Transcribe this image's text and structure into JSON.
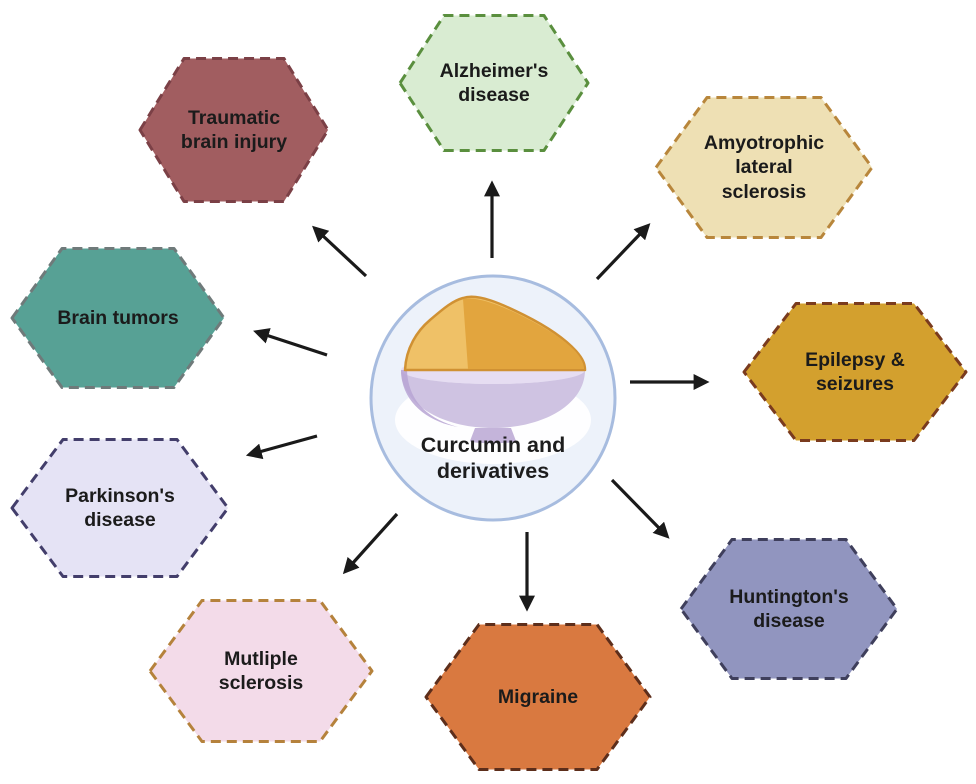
{
  "diagram": {
    "title": "Curcumin and derivatives radial diagram",
    "background": "#ffffff",
    "center": {
      "label": "Curcumin and\nderivatives",
      "icon": "curcumin-bowl-icon",
      "circle_fill": "#edf2fa",
      "circle_border": "#a7bcdf",
      "plate_fill": "#ffffff",
      "bowl_fill": "#cfc3e2",
      "bowl_shadow": "#b7a5d3",
      "bowl_rim": "#e6ddf2",
      "bowl_foot": "#c4b4da",
      "powder_light": "#efc167",
      "powder_dark": "#e2a53e",
      "powder_outline": "#d09133"
    },
    "arrows": {
      "color": "#1a1a1a",
      "links": [
        {
          "from": "center",
          "to": "alzheimers-disease"
        },
        {
          "from": "center",
          "to": "amyotrophic-lateral-sclerosis"
        },
        {
          "from": "center",
          "to": "epilepsy-seizures"
        },
        {
          "from": "center",
          "to": "huntingtons-disease"
        },
        {
          "from": "center",
          "to": "migraine"
        },
        {
          "from": "center",
          "to": "multiple-sclerosis"
        },
        {
          "from": "center",
          "to": "parkinsons-disease"
        },
        {
          "from": "center",
          "to": "brain-tumors"
        },
        {
          "from": "center",
          "to": "traumatic-brain-injury"
        }
      ]
    },
    "nodes": [
      {
        "id": "alzheimers-disease",
        "label": "Alzheimer's\ndisease",
        "fill": "#d9ecd2",
        "border": "#5a8f3e"
      },
      {
        "id": "amyotrophic-lateral-sclerosis",
        "label": "Amyotrophic\nlateral\nsclerosis",
        "fill": "#eee0b4",
        "border": "#b8863b"
      },
      {
        "id": "epilepsy-seizures",
        "label": "Epilepsy &\nseizures",
        "fill": "#d3a02e",
        "border": "#7a3b1e"
      },
      {
        "id": "huntingtons-disease",
        "label": "Huntington's\ndisease",
        "fill": "#9195bf",
        "border": "#3f3f5c"
      },
      {
        "id": "migraine",
        "label": "Migraine",
        "fill": "#d97940",
        "border": "#5d2e1b"
      },
      {
        "id": "multiple-sclerosis",
        "label": "Mutliple\nsclerosis",
        "fill": "#f3dbe9",
        "border": "#b5823c"
      },
      {
        "id": "parkinsons-disease",
        "label": "Parkinson's\ndisease",
        "fill": "#e5e3f5",
        "border": "#433e6b"
      },
      {
        "id": "brain-tumors",
        "label": "Brain tumors",
        "fill": "#57a195",
        "border": "#6f7a7a"
      },
      {
        "id": "traumatic-brain-injury",
        "label": "Traumatic\nbrain injury",
        "fill": "#a15d60",
        "border": "#7b4046"
      }
    ]
  }
}
